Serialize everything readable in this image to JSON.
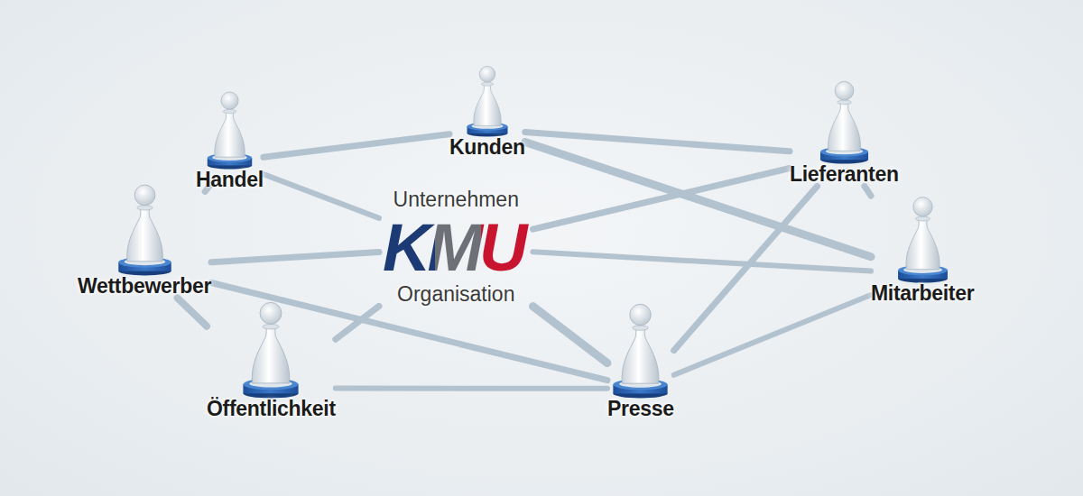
{
  "diagram": {
    "nodes": [
      {
        "text": [
          "Kunden"
        ]
      },
      {
        "text": [
          "Handel"
        ]
      },
      {
        "text": [
          "Lieferanten"
        ]
      },
      {
        "text": [
          "Unternehmen",
          "KMU",
          "Organisation"
        ]
      },
      {
        "text": [
          "Wettbewerber"
        ]
      },
      {
        "text": [
          "Mitarbeiter"
        ]
      },
      {
        "text": [
          "Öffentlichkeit"
        ]
      },
      {
        "text": [
          "Presse"
        ]
      }
    ],
    "edges": [
      {
        "from": 1,
        "to": 0,
        "arrow": "none"
      },
      {
        "from": 1,
        "to": 4,
        "arrow": "none"
      },
      {
        "from": 1,
        "to": 3,
        "arrow": "none"
      },
      {
        "from": 0,
        "to": 2,
        "arrow": "none"
      },
      {
        "from": 0,
        "to": 5,
        "arrow": "none"
      },
      {
        "from": 6,
        "to": 3,
        "arrow": "none"
      },
      {
        "from": 4,
        "to": 3,
        "arrow": "none"
      },
      {
        "from": 4,
        "to": 6,
        "arrow": "none"
      },
      {
        "from": 4,
        "to": 7,
        "arrow": "none"
      },
      {
        "from": 6,
        "to": 7,
        "arrow": "none"
      },
      {
        "from": 3,
        "to": 7,
        "arrow": "none"
      },
      {
        "from": 3,
        "to": 2,
        "arrow": "none"
      },
      {
        "from": 3,
        "to": 5,
        "arrow": "none"
      },
      {
        "from": 2,
        "to": 5,
        "arrow": "none"
      },
      {
        "from": 2,
        "to": 7,
        "arrow": "none"
      },
      {
        "from": 7,
        "to": 5,
        "arrow": "none"
      }
    ]
  }
}
